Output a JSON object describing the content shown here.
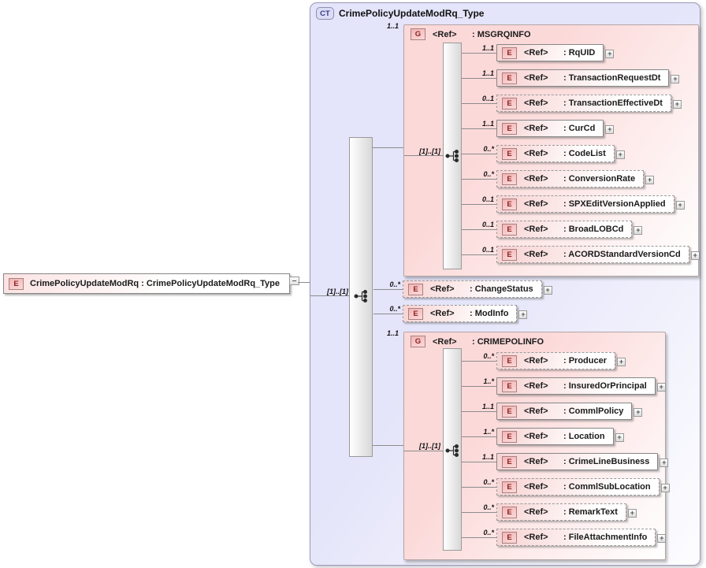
{
  "root_element": {
    "badge": "E",
    "label": "CrimePolicyUpdateModRq : CrimePolicyUpdateModRq_Type"
  },
  "complex_type": {
    "badge": "CT",
    "title": "CrimePolicyUpdateModRq_Type",
    "sequence_cardinality": "[1]..[1]",
    "expand_glyph": "+",
    "groups": {
      "msgrqinfo": {
        "badge": "G",
        "ref": "<Ref>",
        "name": ": MSGRQINFO",
        "cardinality": "1..1",
        "sequence_cardinality": "[1]..[1]",
        "elements": [
          {
            "badge": "E",
            "ref": "<Ref>",
            "name": ": RqUID",
            "cardinality": "1..1",
            "optional": false
          },
          {
            "badge": "E",
            "ref": "<Ref>",
            "name": ": TransactionRequestDt",
            "cardinality": "1..1",
            "optional": false
          },
          {
            "badge": "E",
            "ref": "<Ref>",
            "name": ": TransactionEffectiveDt",
            "cardinality": "0..1",
            "optional": true
          },
          {
            "badge": "E",
            "ref": "<Ref>",
            "name": ": CurCd",
            "cardinality": "1..1",
            "optional": false
          },
          {
            "badge": "E",
            "ref": "<Ref>",
            "name": ": CodeList",
            "cardinality": "0..*",
            "optional": true
          },
          {
            "badge": "E",
            "ref": "<Ref>",
            "name": ": ConversionRate",
            "cardinality": "0..*",
            "optional": true
          },
          {
            "badge": "E",
            "ref": "<Ref>",
            "name": ": SPXEditVersionApplied",
            "cardinality": "0..1",
            "optional": true
          },
          {
            "badge": "E",
            "ref": "<Ref>",
            "name": ": BroadLOBCd",
            "cardinality": "0..1",
            "optional": true
          },
          {
            "badge": "E",
            "ref": "<Ref>",
            "name": ": ACORDStandardVersionCd",
            "cardinality": "0..1",
            "optional": true
          }
        ]
      },
      "crimepolinfo": {
        "badge": "G",
        "ref": "<Ref>",
        "name": ": CRIMEPOLINFO",
        "cardinality": "1..1",
        "sequence_cardinality": "[1]..[1]",
        "elements": [
          {
            "badge": "E",
            "ref": "<Ref>",
            "name": ": Producer",
            "cardinality": "0..*",
            "optional": true
          },
          {
            "badge": "E",
            "ref": "<Ref>",
            "name": ": InsuredOrPrincipal",
            "cardinality": "1..*",
            "optional": false
          },
          {
            "badge": "E",
            "ref": "<Ref>",
            "name": ": CommlPolicy",
            "cardinality": "1..1",
            "optional": false
          },
          {
            "badge": "E",
            "ref": "<Ref>",
            "name": ": Location",
            "cardinality": "1..*",
            "optional": false
          },
          {
            "badge": "E",
            "ref": "<Ref>",
            "name": ": CrimeLineBusiness",
            "cardinality": "1..1",
            "optional": false
          },
          {
            "badge": "E",
            "ref": "<Ref>",
            "name": ": CommlSubLocation",
            "cardinality": "0..*",
            "optional": true
          },
          {
            "badge": "E",
            "ref": "<Ref>",
            "name": ": RemarkText",
            "cardinality": "0..*",
            "optional": true
          },
          {
            "badge": "E",
            "ref": "<Ref>",
            "name": ": FileAttachmentInfo",
            "cardinality": "0..*",
            "optional": true
          }
        ]
      }
    },
    "standalone_elements": [
      {
        "badge": "E",
        "ref": "<Ref>",
        "name": ": ChangeStatus",
        "cardinality": "0..*",
        "optional": true
      },
      {
        "badge": "E",
        "ref": "<Ref>",
        "name": ": ModInfo",
        "cardinality": "0..*",
        "optional": true
      }
    ]
  },
  "colors": {
    "ct_fill": "#e4e4fa",
    "group_fill": "#fcd9d9",
    "element_fill": "#f8d2d2",
    "badge_fill": "#f3b6b6",
    "badge_text": "#8b2222",
    "ct_badge_fill": "#dcdcf6",
    "ct_badge_text": "#3a3a86",
    "line": "#8c8c8c"
  }
}
